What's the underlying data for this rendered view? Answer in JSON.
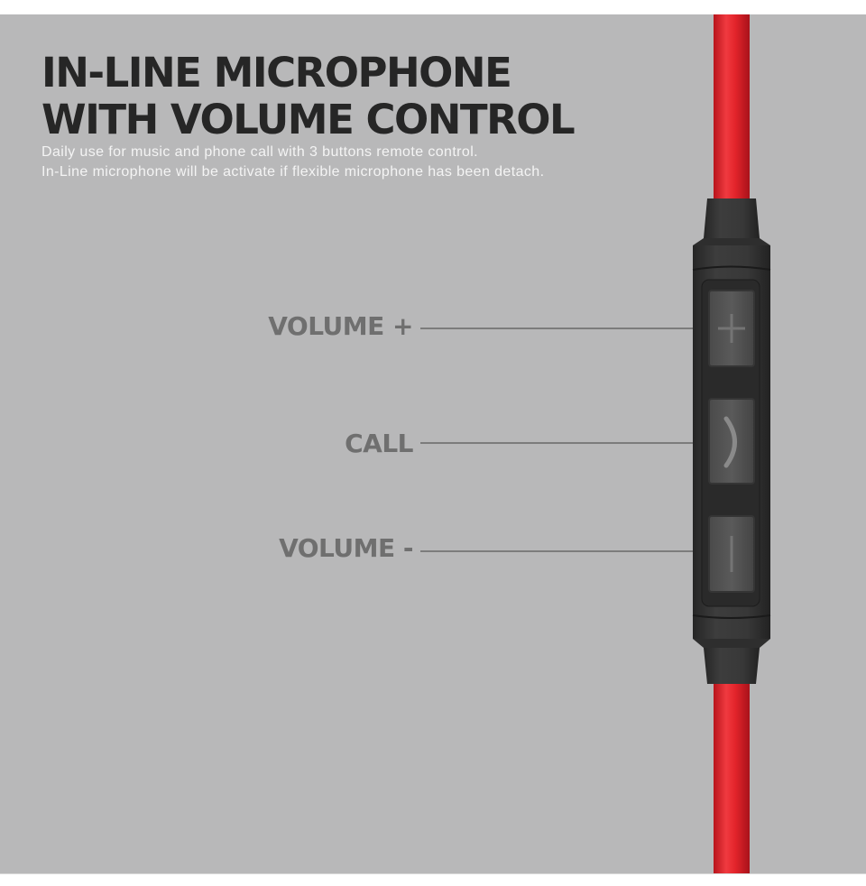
{
  "heading": {
    "line1": "IN-LINE MICROPHONE",
    "line2": "WITH VOLUME CONTROL"
  },
  "description": {
    "line1": "Daily use for music and phone call with 3 buttons remote control.",
    "line2": "In-Line microphone will be activate if flexible microphone has been detach."
  },
  "buttons": {
    "volume_up": "VOLUME +",
    "call": "CALL",
    "volume_down": "VOLUME -"
  },
  "colors": {
    "background": "#b8b8b9",
    "cable": "#e3242b",
    "remote_body": "#333333",
    "heading_text": "#262626",
    "label_text": "#6f6f6f"
  },
  "icons": {
    "volume_up": "plus-icon",
    "call": "phone-handset-icon",
    "volume_down": "minus-icon"
  }
}
